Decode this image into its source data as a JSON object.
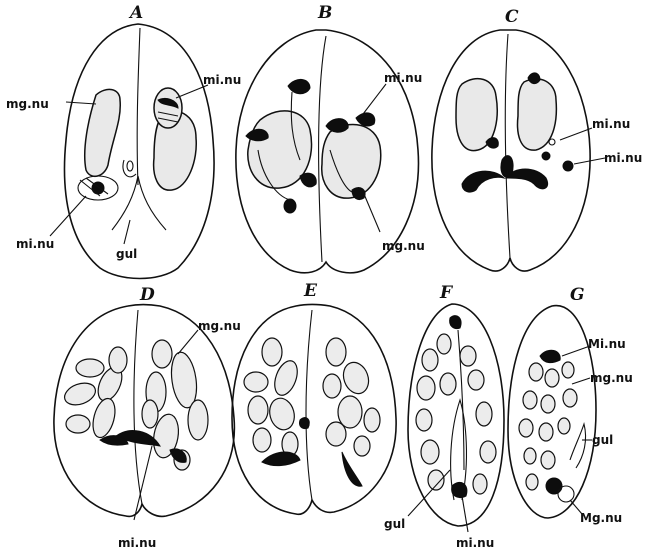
{
  "panels": [
    {
      "letter": "A",
      "labels": [
        "mg.nu",
        "mi.nu",
        "mi.nu",
        "gul"
      ]
    },
    {
      "letter": "B",
      "labels": [
        "mi.nu",
        "mg.nu"
      ]
    },
    {
      "letter": "C",
      "labels": [
        "mi.nu",
        "mi.nu"
      ]
    },
    {
      "letter": "D",
      "labels": [
        "mg.nu",
        "mi.nu"
      ]
    },
    {
      "letter": "E",
      "labels": []
    },
    {
      "letter": "F",
      "labels": [
        "gul",
        "mi.nu"
      ]
    },
    {
      "letter": "G",
      "labels": [
        "Mi.nu",
        "mg.nu",
        "gul",
        "Mg.nu"
      ]
    }
  ],
  "colors": {
    "ink": "#111111",
    "nucleus_fill": "#e9e9e9",
    "paper": "#ffffff"
  }
}
